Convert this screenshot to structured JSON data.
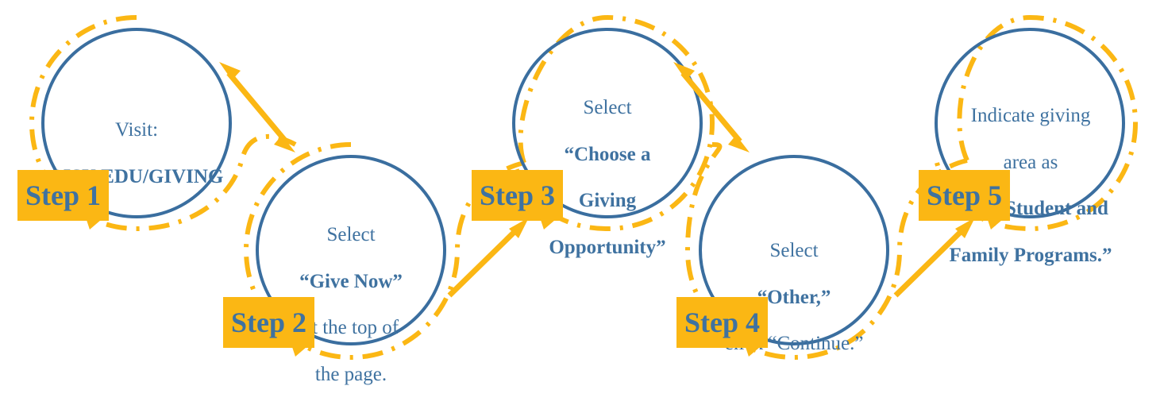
{
  "meta": {
    "title": "Five-step giving instructions flow",
    "colors": {
      "circle_stroke": "#3a6e9f",
      "ribbon": "#fbb714",
      "badge_bg": "#fbb714",
      "badge_text": "#3f72a0",
      "body_text": "#3f72a0",
      "background": "#ffffff"
    }
  },
  "steps": [
    {
      "badge": "Step 1",
      "lines": [
        {
          "text": "Visit:",
          "bold": false
        },
        {
          "text": "SJSU.EDU/GIVING",
          "bold": true
        }
      ],
      "font_size": 25
    },
    {
      "badge": "Step 2",
      "lines": [
        {
          "text": "Select",
          "bold": false
        },
        {
          "text": "“Give Now”",
          "bold": true
        },
        {
          "text": "at the top of",
          "bold": false
        },
        {
          "text": "the page.",
          "bold": false
        }
      ],
      "font_size": 25
    },
    {
      "badge": "Step 3",
      "lines": [
        {
          "text": "Select",
          "bold": false
        },
        {
          "text": "“Choose a",
          "bold": true
        },
        {
          "text": "Giving",
          "bold": true
        },
        {
          "text": "Opportunity”",
          "bold": true
        }
      ],
      "font_size": 25
    },
    {
      "badge": "Step 4",
      "lines": [
        {
          "text": "Select",
          "bold": false
        },
        {
          "text": "“Other,”",
          "bold": true
        },
        {
          "text": "click “Continue.”",
          "bold": false
        }
      ],
      "font_size": 25
    },
    {
      "badge": "Step 5",
      "lines": [
        {
          "text": "Indicate giving",
          "bold": false
        },
        {
          "text": "area as",
          "bold": false
        },
        {
          "text": "“New Student and",
          "bold": true
        },
        {
          "text": "Family Programs.”",
          "bold": true
        }
      ],
      "font_size": 25
    }
  ],
  "connectors": [
    {
      "name": "arrow-step1-to-step2",
      "direction": "down-right"
    },
    {
      "name": "arrow-step2-to-step3",
      "direction": "up-right"
    },
    {
      "name": "arrow-step3-to-step4",
      "direction": "down-right"
    },
    {
      "name": "arrow-step4-to-step5",
      "direction": "up-right"
    }
  ]
}
